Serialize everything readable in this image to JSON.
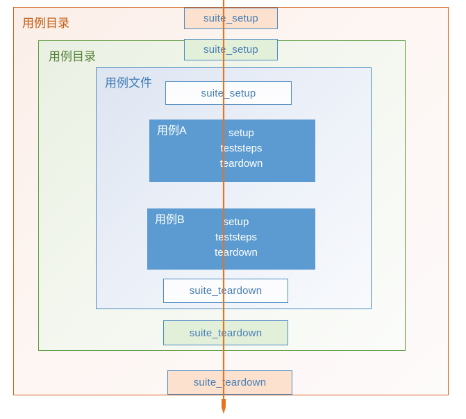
{
  "diagram": {
    "title_visible": false,
    "colors": {
      "outer_border": "#d2601a",
      "outer_fill": "#fbeee8",
      "inner_border": "#5b9c3d",
      "inner_fill": "#e9f0e2",
      "file_border": "#4a89c0",
      "file_fill": "#dde5f1",
      "keyword_border": "#4a89c0",
      "keyword_text": "#4a7fb5",
      "case_fill": "#5b9bd1",
      "case_text": "#ffffff",
      "arrow": "#e8721d"
    }
  },
  "containers": {
    "suite_directory_outer": {
      "label": "用例目录"
    },
    "suite_directory_inner": {
      "label": "用例目录"
    },
    "case_file": {
      "label": "用例文件"
    }
  },
  "fixtures": {
    "suite_setup_outer": {
      "label": "suite_setup",
      "fill": "orange"
    },
    "suite_setup_inner": {
      "label": "suite_setup",
      "fill": "green"
    },
    "suite_setup_file": {
      "label": "suite_setup",
      "fill": "white"
    },
    "suite_teardown_file": {
      "label": "suite_teardown",
      "fill": "white"
    },
    "suite_teardown_inner": {
      "label": "suite_teardown",
      "fill": "green"
    },
    "suite_teardown_outer": {
      "label": "suite_teardown",
      "fill": "orange"
    }
  },
  "cases": [
    {
      "name": "用例A",
      "steps": [
        "setup",
        "teststeps",
        "teardown"
      ]
    },
    {
      "name": "用例B",
      "steps": [
        "setup",
        "teststeps",
        "teardown"
      ]
    }
  ],
  "flow": {
    "arrow_name": "execution-order-arrow",
    "direction": "top-to-bottom"
  }
}
